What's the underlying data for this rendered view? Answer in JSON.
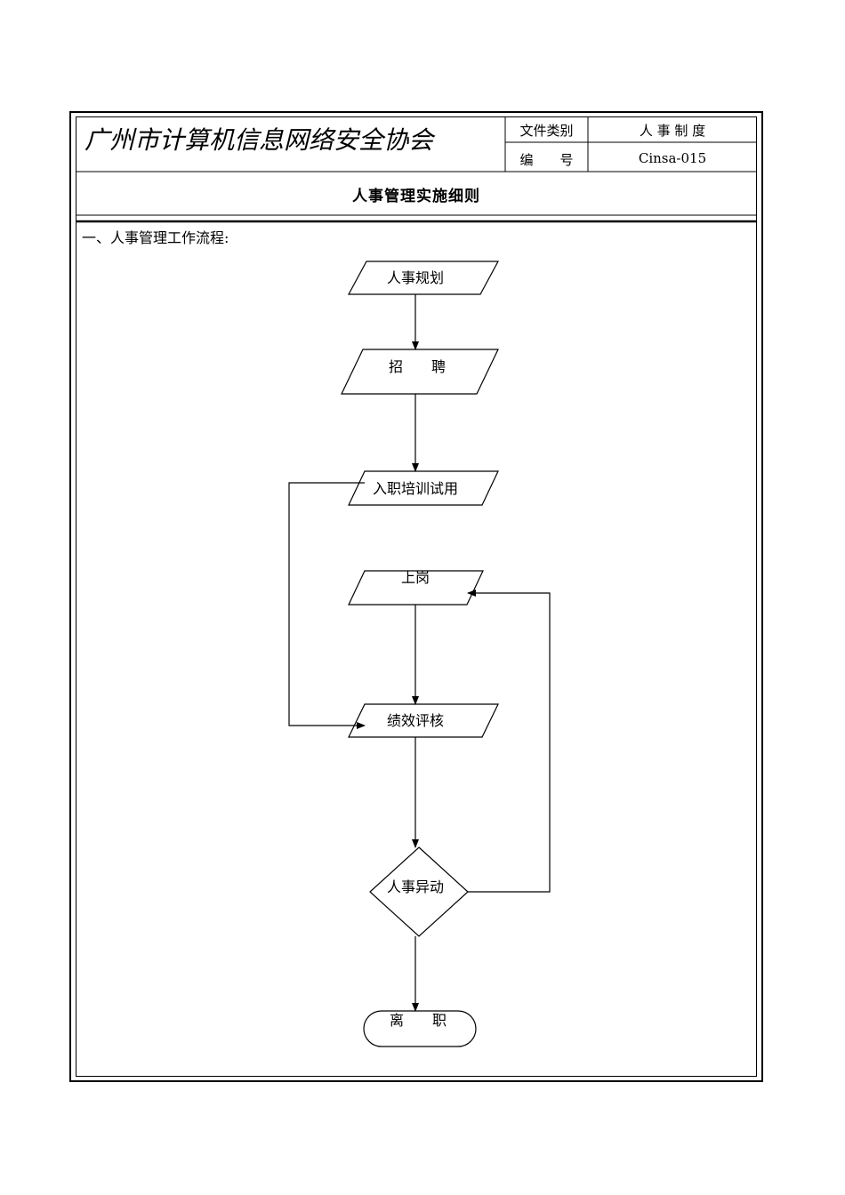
{
  "header": {
    "org_name": "广州市计算机信息网络安全协会",
    "category_label": "文件类别",
    "category_value": "人 事 制 度",
    "number_label": "编　　号",
    "number_value": "Cinsa-015"
  },
  "document": {
    "title": "人事管理实施细则",
    "section_heading": "一、人事管理工作流程:"
  },
  "flowchart": {
    "nodes": {
      "planning": "人事规划",
      "recruitment": "招　　聘",
      "onboarding": "入职培训试用",
      "on_post": "上岗",
      "performance": "绩效评核",
      "personnel_change": "人事异动",
      "resignation": "离　　职"
    }
  }
}
